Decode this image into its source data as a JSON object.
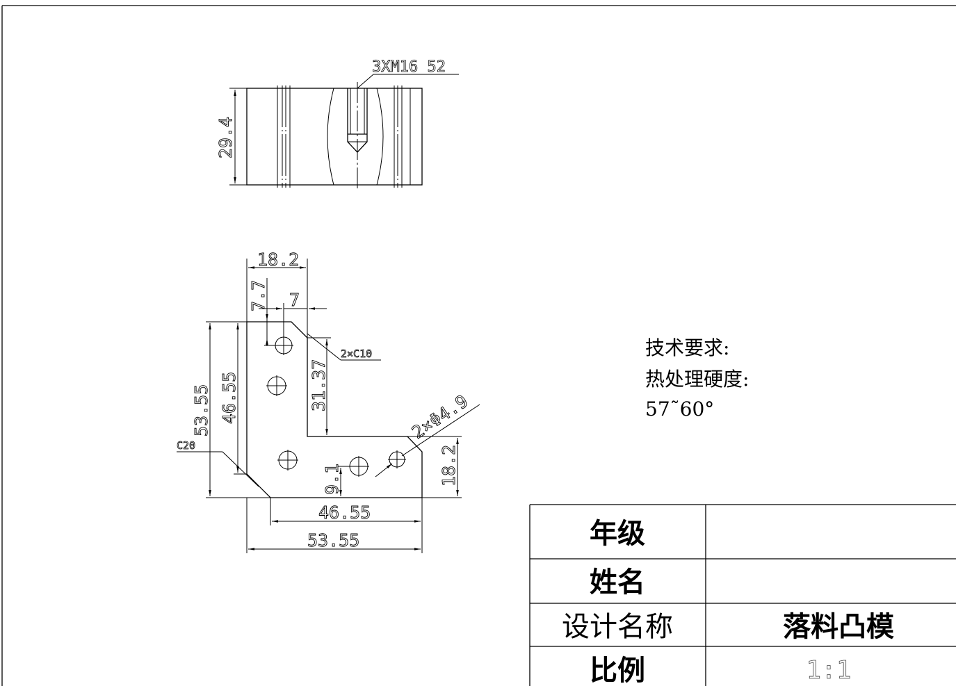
{
  "views": {
    "top": {
      "callout": "3XM16 52",
      "height_dim": "29.4"
    },
    "plan": {
      "dim_top_width": "18.2",
      "dim_hole_offset_y": "7.7",
      "dim_hole_offset_x": "7",
      "chamfer_small": "2×C10",
      "dim_inner_height": "31.37",
      "dim_overall_height": "53.55",
      "dim_inner_height2": "46.55",
      "chamfer_large": "C20",
      "hole_callout": "2×Φ4.9",
      "dim_right_height": "18.2",
      "dim_hole_bottom": "9.1",
      "dim_bottom_inner": "46.55",
      "dim_bottom_overall": "53.55"
    }
  },
  "technical_requirements": {
    "line1": "技术要求:",
    "line2": "热处理硬度:",
    "line3": "57˜60°"
  },
  "title_block": {
    "grade_label": "年级",
    "grade_value": "",
    "name_label": "姓名",
    "name_value": "",
    "design_label": "设计名称",
    "design_value": "落料凸模",
    "scale_label": "比例",
    "scale_value": "1:1"
  }
}
